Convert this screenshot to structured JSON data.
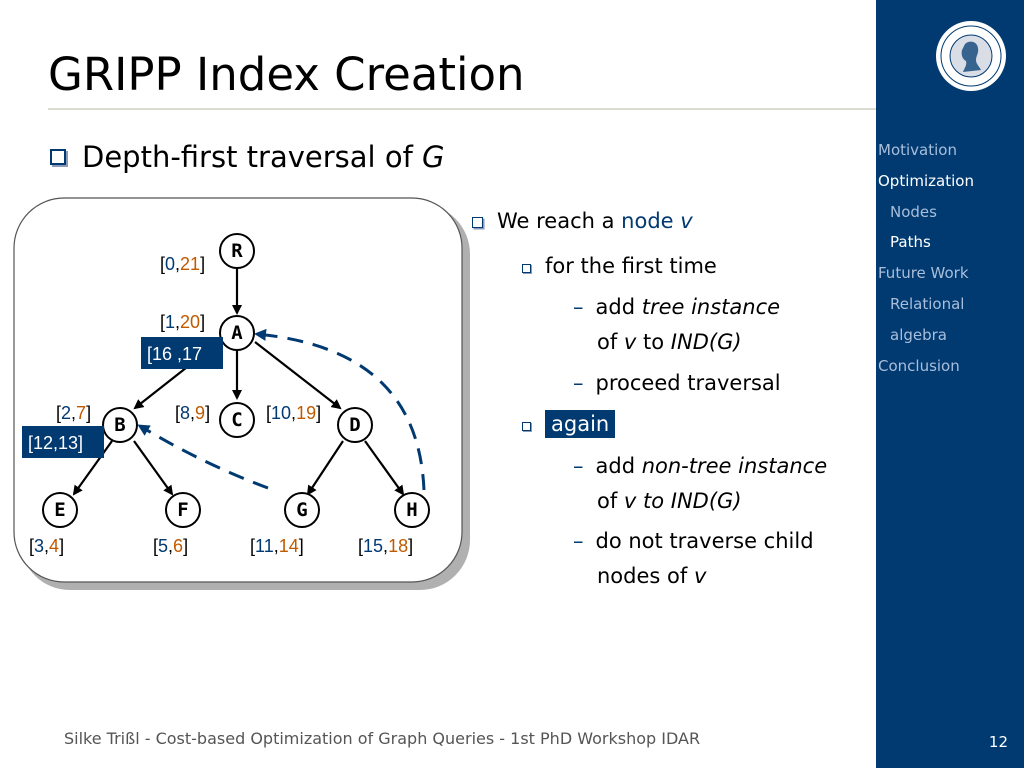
{
  "title": "GRIPP Index Creation",
  "main_bullet": {
    "text": "Depth-first traversal of ",
    "emphasis": "G"
  },
  "content": {
    "l1": {
      "prefix": "We reach a ",
      "node": "node",
      "v": "v"
    },
    "l2a": "for the first time",
    "l3a": {
      "add": "add ",
      "italic": "tree instance",
      "of": "of ",
      "v": "v",
      "to": " to ",
      "ind": "IND(G)"
    },
    "l3b": "proceed traversal",
    "l2b": "again",
    "l3c": {
      "add": "add ",
      "italic": "non-tree instance",
      "of": "of ",
      "vto": "v to IND(G)"
    },
    "l3d": {
      "line1": "do not traverse child",
      "line2": "nodes of ",
      "v": "v"
    }
  },
  "dash": "–",
  "graph": {
    "nodes": {
      "R": "R",
      "A": "A",
      "B": "B",
      "C": "C",
      "D": "D",
      "E": "E",
      "F": "F",
      "G": "G",
      "H": "H"
    },
    "intervals": {
      "R": {
        "pre": "0",
        "post": "21"
      },
      "A": {
        "pre": "1",
        "post": "20"
      },
      "B": {
        "pre": "2",
        "post": "7"
      },
      "C": {
        "pre": "8",
        "post": "9"
      },
      "D": {
        "pre": "10",
        "post": "19"
      },
      "E": {
        "pre": "3",
        "post": "4"
      },
      "F": {
        "pre": "5",
        "post": "6"
      },
      "G": {
        "pre": "11",
        "post": "14"
      },
      "H": {
        "pre": "15",
        "post": "18"
      }
    },
    "nontree_A": "[16 ,17",
    "nontree_B": "[12,13]"
  },
  "sidebar": {
    "items": [
      {
        "label": "Motivation"
      },
      {
        "label": "Optimization"
      },
      {
        "label": "Nodes"
      },
      {
        "label": "Paths"
      },
      {
        "label": "Future Work"
      },
      {
        "label": "Relational"
      },
      {
        "label": "algebra"
      },
      {
        "label": "Conclusion"
      }
    ]
  },
  "footer": "Silke Trißl - Cost-based Optimization of Graph Queries - 1st PhD Workshop IDAR",
  "page_number": "12",
  "colors": {
    "sidebar": "#003a71",
    "pre": "#003a71",
    "post": "#c05a00",
    "nav_inactive": "#a9bedb"
  }
}
